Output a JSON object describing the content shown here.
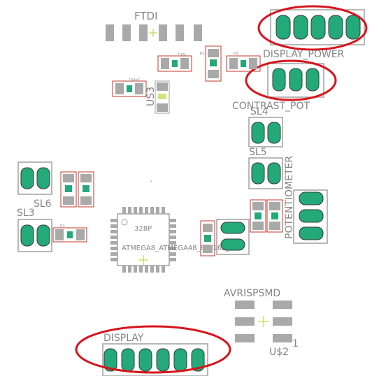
{
  "board": {
    "labels": {
      "ftdi": "FTDI",
      "display_power": "DISPLAY_POWER",
      "contrast_pot": "CONTRAST_POT",
      "sl4": "SL4",
      "sl5": "SL5",
      "sl6": "SL6",
      "sl3": "SL3",
      "potentiometer": "POTENTIOMETER",
      "us3": "US3",
      "chip_name": "328P",
      "chip_value": "ATMEGA8_ATMEGA48_88_168_328",
      "avrisp": "AVRISPSMD",
      "us2": "U$2",
      "pin1": "1",
      "display": "DISPLAY"
    },
    "small_text": {
      "r1": "100k",
      "r2": "100nF",
      "r3": "R2",
      "r4": "R3",
      "r5": "R1"
    },
    "colors": {
      "pad_green": "#23a97a",
      "pad_outline": "#3a3a3a",
      "pad_gray": "#a9a9a9",
      "outline": "#a0a0a0",
      "part_red": "#c0392b",
      "highlight_red": "#d7141b",
      "origin_cross": "#b7cf2a"
    }
  }
}
